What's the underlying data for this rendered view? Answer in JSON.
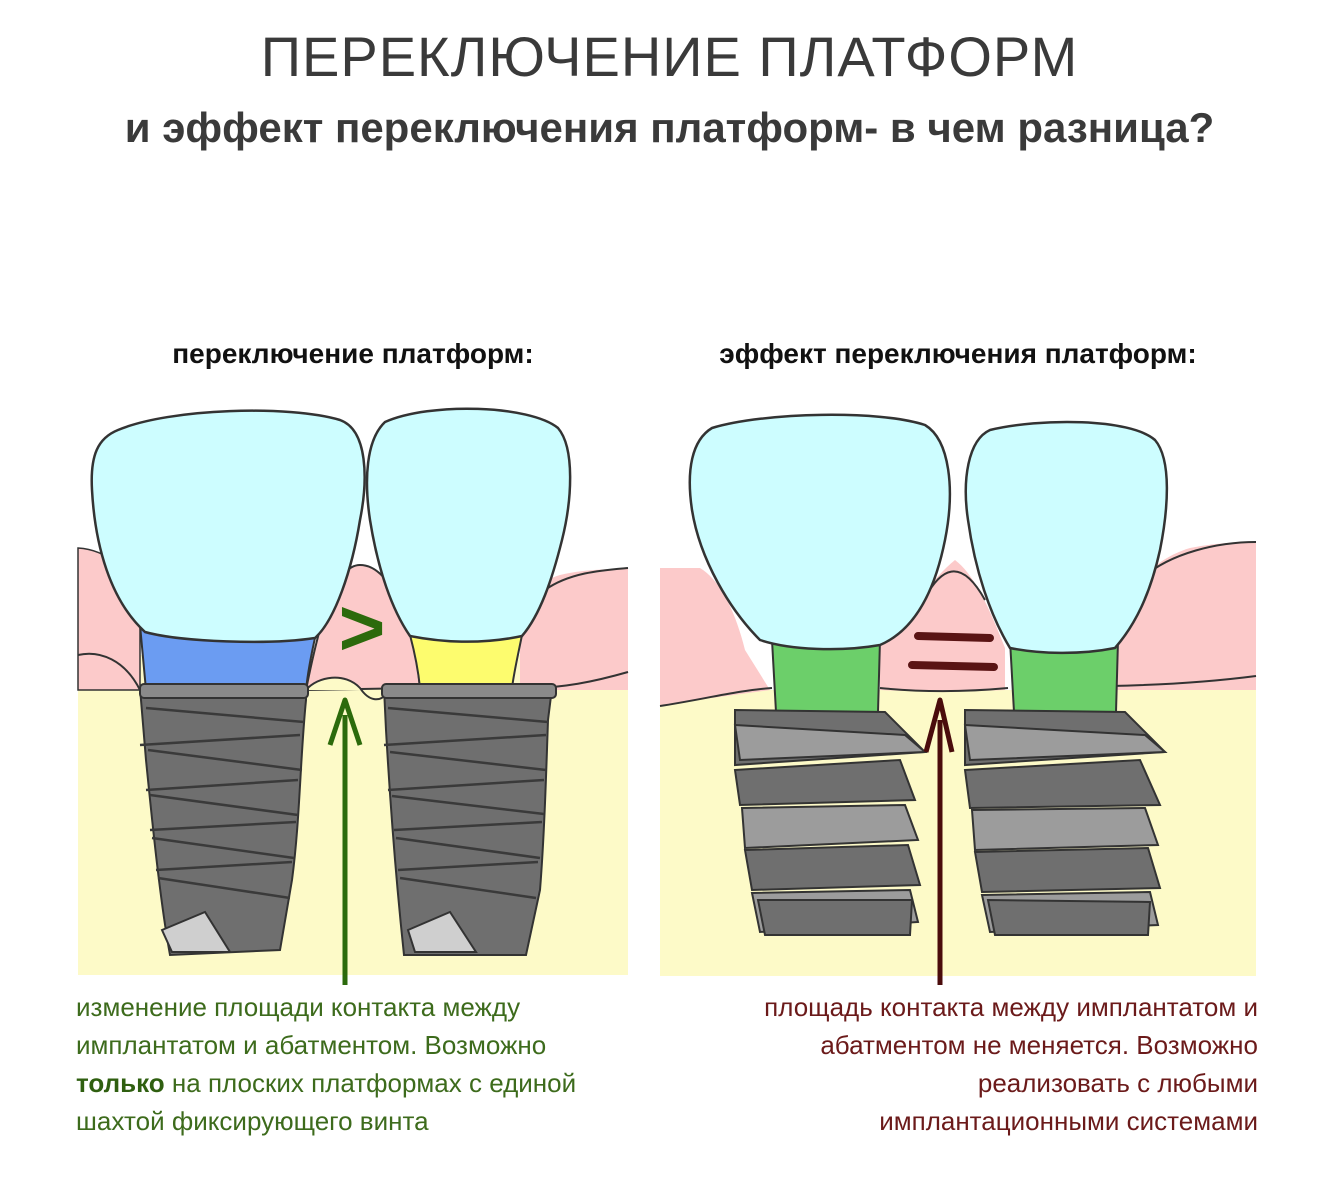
{
  "title": "ПЕРЕКЛЮЧЕНИЕ ПЛАТФОРМ",
  "subtitle": "и эффект переключения платформ- в чем разница?",
  "left_panel": {
    "heading": "переключение платформ:",
    "symbol": ">",
    "caption_line1": "изменение площади контакта между",
    "caption_line2": "имплантатом и абатментом. Возможно",
    "caption_bold": "только",
    "caption_line3_rest": " на плоских платформах с единой",
    "caption_line4": "шахтой фиксирующего винта"
  },
  "right_panel": {
    "heading": "эффект переключения платформ:",
    "symbol": "=",
    "caption_line1": "площадь контакта между имплантатом и",
    "caption_line2": "абатментом не меняется. Возможно",
    "caption_line3": "реализовать с любыми",
    "caption_line4": "имплантационными системами"
  },
  "colors": {
    "bone": "#fdfac8",
    "gum": "#fccaca",
    "crown": "#cdfdff",
    "abutment_blue": "#6b9cf2",
    "abutment_yellow": "#fdfc6e",
    "abutment_green": "#6ccf6a",
    "implant": "#6f6f6f",
    "implant_light": "#9c9c9c",
    "arrow_green": "#2c6a0c",
    "arrow_maroon": "#4a0c0c",
    "caption_green": "#3d6b1c",
    "caption_maroon": "#6b1a1a"
  }
}
